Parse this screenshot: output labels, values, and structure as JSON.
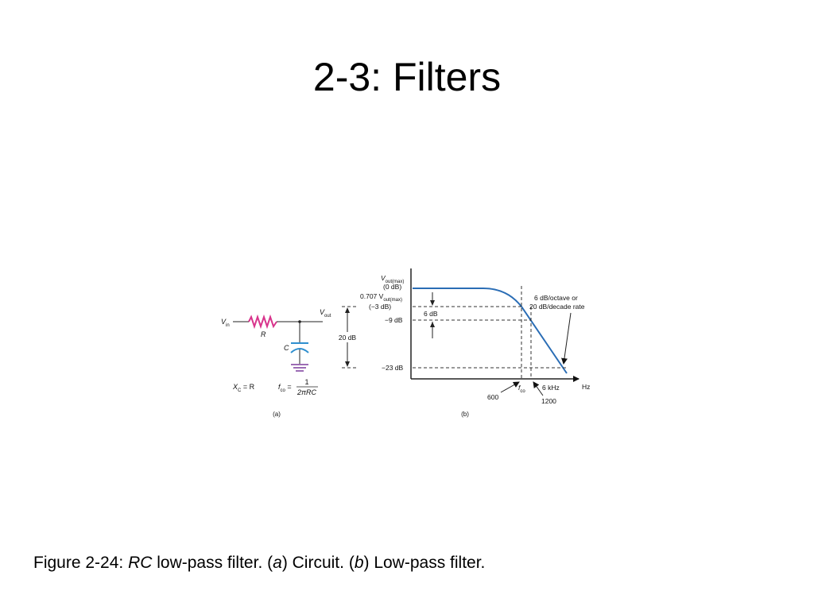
{
  "slide": {
    "title": "2-3: Filters"
  },
  "circuit": {
    "vin_sym": "V",
    "vin_sub": "in",
    "vout_sym": "V",
    "vout_sub": "out",
    "resistor_label": "R",
    "capacitor_label": "C",
    "eq_xc_sym": "X",
    "eq_xc_sub": "C",
    "eq_xc_rest": " = R",
    "eq_f_sym": "f",
    "eq_f_sub": "co",
    "eq_f_eq": " =",
    "eq_f_num": "1",
    "eq_f_den": "2πRC",
    "label": "(a)",
    "resistor_color": "#d8348c",
    "capacitor_color": "#2f8fcf",
    "ground_color": "#7b3b9c"
  },
  "response": {
    "v_max_sym": "V",
    "v_max_sub": "out(max)",
    "zero_db": "(0 dB)",
    "v707_prefix": "0.707 V",
    "v707_sub": "out(max)",
    "minus3_db": "(−3 dB)",
    "minus9_db": "−9 dB",
    "minus23_db": "−23 dB",
    "six_db": "6 dB",
    "twenty_db": "20 dB",
    "rate_line1": "6 dB/octave or",
    "rate_line2": "20 dB/decade rate",
    "tick_600": "600",
    "fco_sym": "f",
    "fco_sub": "co",
    "tick_6khz": "6 kHz",
    "tick_1200": "1200",
    "hz": "Hz",
    "label": "(b)",
    "curve_color": "#2a6db5"
  },
  "caption": {
    "prefix": "Figure 2-24: ",
    "rc": "RC",
    "mid1": " low-pass filter. (",
    "a": "a",
    "mid2": ") Circuit. (",
    "b": "b",
    "end": ") Low-pass filter."
  }
}
